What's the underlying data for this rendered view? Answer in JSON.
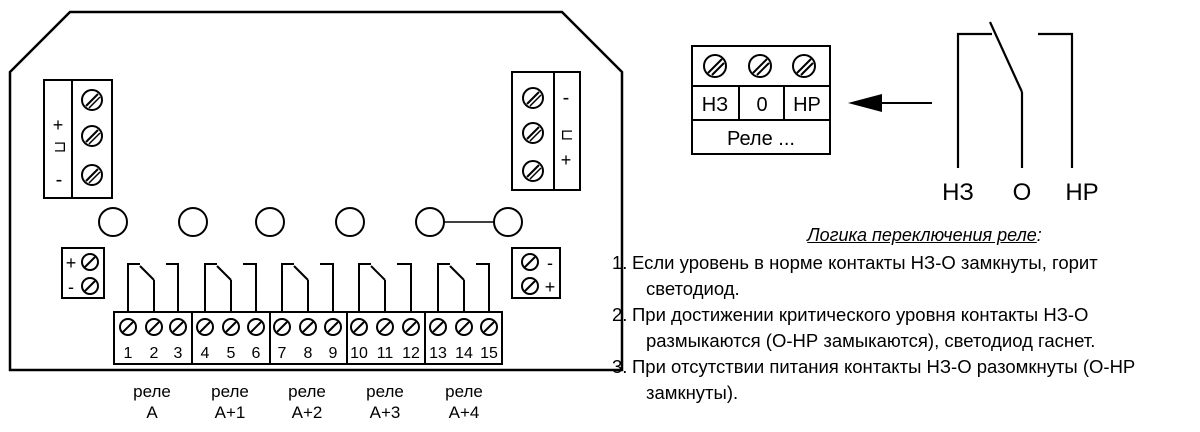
{
  "left_panel": {
    "power_in_labels": {
      "plus": "+",
      "signal": "⊔",
      "minus": "-"
    },
    "power_out_labels": {
      "minus": "-",
      "signal": "⊓",
      "plus": "+"
    },
    "small_left_labels": {
      "plus": "+",
      "minus": "-"
    },
    "small_right_labels": {
      "minus": "-",
      "plus": "+"
    },
    "terminal_numbers": [
      "1",
      "2",
      "3",
      "4",
      "5",
      "6",
      "7",
      "8",
      "9",
      "10",
      "11",
      "12",
      "13",
      "14",
      "15"
    ],
    "relays": [
      {
        "line1": "реле",
        "line2": "А"
      },
      {
        "line1": "реле",
        "line2": "А+1"
      },
      {
        "line1": "реле",
        "line2": "А+2"
      },
      {
        "line1": "реле",
        "line2": "А+3"
      },
      {
        "line1": "реле",
        "line2": "А+4"
      }
    ]
  },
  "relay_block": {
    "cells": [
      "НЗ",
      "0",
      "НР"
    ],
    "caption": "Реле ..."
  },
  "contact_diagram": {
    "labels": [
      "НЗ",
      "О",
      "НР"
    ]
  },
  "logic": {
    "title": "Логика переключения реле",
    "title_suffix": ":",
    "items": [
      {
        "num": "1.",
        "line1": "Если уровень в норме контакты НЗ-О замкнуты, горит",
        "line2": "светодиод."
      },
      {
        "num": "2.",
        "line1": "При достижении критического уровня контакты НЗ-О",
        "line2": "размыкаются (О-НР замыкаются), светодиод гаснет."
      },
      {
        "num": "3.",
        "line1": "При отсутствии питания  контакты НЗ-О разомкнуты (О-НР",
        "line2": "замкнуты)."
      }
    ]
  }
}
